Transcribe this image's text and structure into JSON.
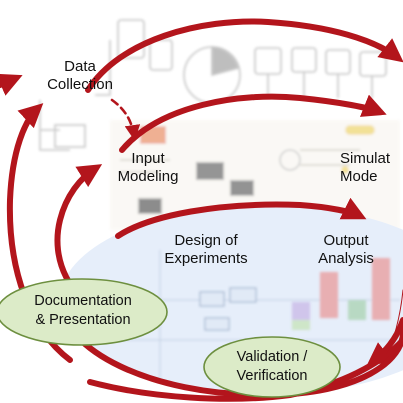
{
  "diagram": {
    "stages": {
      "data_collection": "Data\nCollection",
      "input_modeling": "Input\nModeling",
      "simulation_model": "Simulat\nMode",
      "design_of_experiments": "Design of\nExperiments",
      "output_analysis": "Output\nAnalysis",
      "documentation_presentation": "Documentation\n& Presentation",
      "validation_verification": "Validation /\nVerification"
    },
    "colors": {
      "arrow": "#b3151c",
      "pill_fill": "#dcebc8",
      "pill_border": "#6d8f3f",
      "inner_tint": "#e6eefa"
    }
  }
}
